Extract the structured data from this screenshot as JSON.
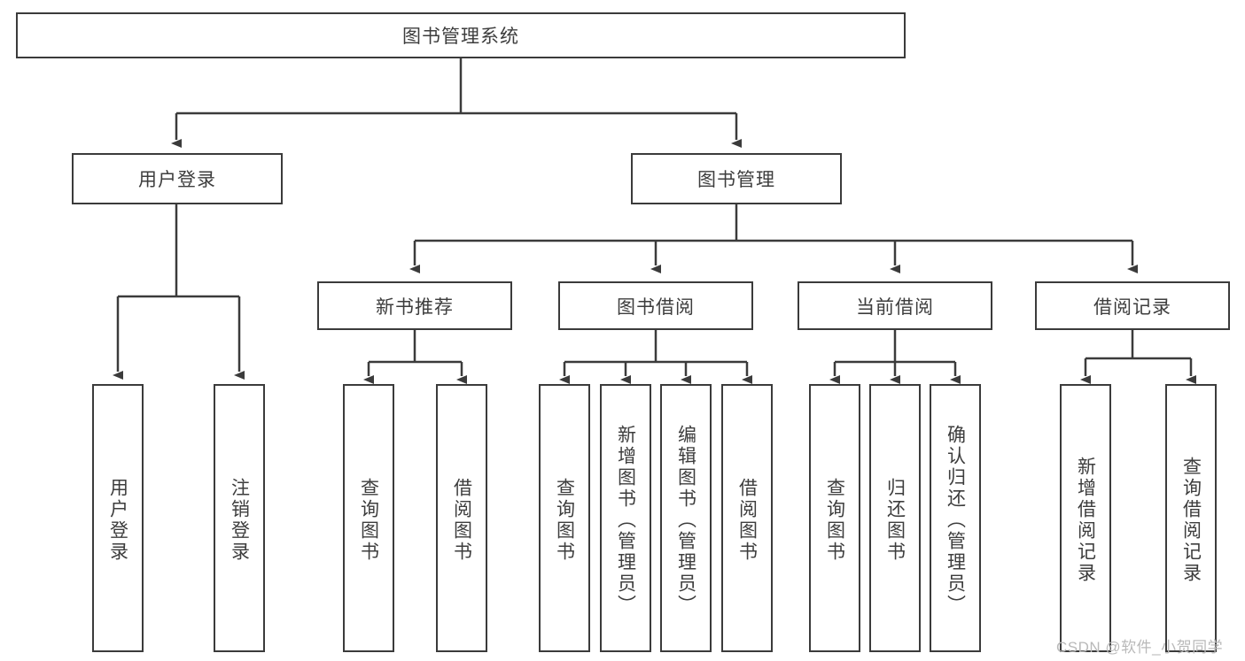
{
  "diagram": {
    "type": "tree",
    "title": "图书管理系统",
    "root": {
      "label": "图书管理系统"
    },
    "level2": [
      {
        "label": "用户登录"
      },
      {
        "label": "图书管理"
      }
    ],
    "level3": [
      {
        "label": "新书推荐"
      },
      {
        "label": "图书借阅"
      },
      {
        "label": "当前借阅"
      },
      {
        "label": "借阅记录"
      }
    ],
    "leaves": {
      "user_login": [
        {
          "label": "用户登录"
        },
        {
          "label": "注销登录"
        }
      ],
      "new_book_recommend": [
        {
          "label": "查询图书"
        },
        {
          "label": "借阅图书"
        }
      ],
      "book_borrow": [
        {
          "label": "查询图书"
        },
        {
          "label": "新增图书（管理员）"
        },
        {
          "label": "编辑图书（管理员）"
        },
        {
          "label": "借阅图书"
        }
      ],
      "current_borrow": [
        {
          "label": "查询图书"
        },
        {
          "label": "归还图书"
        },
        {
          "label": "确认归还（管理员）"
        }
      ],
      "borrow_record": [
        {
          "label": "新增借阅记录"
        },
        {
          "label": "查询借阅记录"
        }
      ]
    }
  },
  "watermark": {
    "text": "CSDN @软件_小贺同学"
  },
  "colors": {
    "stroke": "#3b3b3b",
    "text": "#3d3d3d",
    "background": "#ffffff",
    "watermark": "#b9b9b9"
  }
}
